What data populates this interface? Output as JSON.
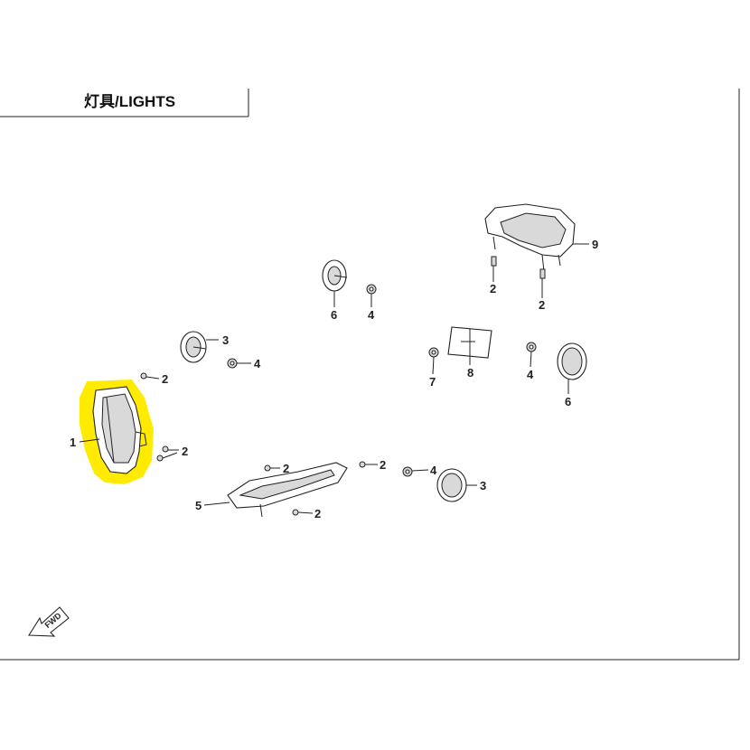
{
  "header": {
    "title": "灯具/LIGHTS"
  },
  "fwd_label": "FWD",
  "highlight_color": "#FFEB00",
  "callouts": {
    "c1": "1",
    "c2a": "2",
    "c2b": "2",
    "c2c": "2",
    "c2d": "2",
    "c2e": "2",
    "c2f": "2",
    "c2g": "2",
    "c3a": "3",
    "c3b": "3",
    "c4a": "4",
    "c4b": "4",
    "c4c": "4",
    "c4d": "4",
    "c5": "5",
    "c6a": "6",
    "c6b": "6",
    "c7": "7",
    "c8": "8",
    "c9": "9"
  }
}
